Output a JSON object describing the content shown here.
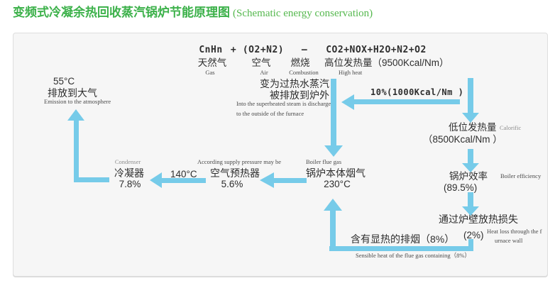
{
  "title": {
    "cn": "变频式冷凝余热回收蒸汽锅炉节能原理图",
    "en": "(Schematic energy conservation)"
  },
  "equation": {
    "fuel": "CnHn",
    "plus": "+",
    "oxidizer": "(O2+N2)",
    "reaction_dash": "—",
    "products": "CO2+NOX+H2O+N2+O2",
    "fuel_cn": "天然气",
    "fuel_en": "Gas",
    "oxidizer_cn": "空气",
    "oxidizer_en": "Air",
    "reaction_cn": "燃烧",
    "reaction_en": "Combustion",
    "products_cn": "高位发热量（9500Kcal/Nm）",
    "products_en": "High heat"
  },
  "atmosphere": {
    "temp": "55°C",
    "cn": "排放到大气",
    "en": "Emission to the atmosphere"
  },
  "superheated_steam": {
    "cn1": "变为过热水蒸汽",
    "cn2": "被排放到炉外",
    "en1": "Into the superheated steam is discharged",
    "en2": "to the outside of the furnace"
  },
  "loss_10": {
    "label": "10%(1000Kcal/Nm )"
  },
  "calorific": {
    "cn": "低位发热量",
    "en": "Calorific",
    "value": "（8500Kcal/Nm ）"
  },
  "efficiency": {
    "cn": "锅炉效率",
    "en": "Boiler efficiency",
    "value": "(89.5%)"
  },
  "wall_loss": {
    "cn": "通过炉壁放热损失",
    "value": "(2%)",
    "en1": "Heat loss through the f",
    "en2": "urnace wall"
  },
  "sensible_heat": {
    "cn": "含有显热的排烟（8%）",
    "en": "Sensible heat of the flue gas containing（8%）"
  },
  "boiler_flue_gas": {
    "en": "Boiler flue gas",
    "cn": "锅炉本体烟气",
    "temp": "230°C"
  },
  "air_preheater": {
    "en": "According supply pressure may be",
    "cn": "空气预热器",
    "value": "5.6%"
  },
  "between_temp": {
    "label": "140°C"
  },
  "condenser": {
    "en": "Condenser",
    "cn": "冷凝器",
    "value": "7.8%"
  },
  "colors": {
    "arrow_blue": "#76cbe9",
    "title_green": "#3cb14a",
    "title_green_light": "#55b84e",
    "text_dark": "#2e2e2e",
    "caption_gray": "#4a4a4a",
    "caption_muted": "#8d8d8d",
    "box_bg": "#f6f6f6",
    "box_border": "#dedede"
  }
}
